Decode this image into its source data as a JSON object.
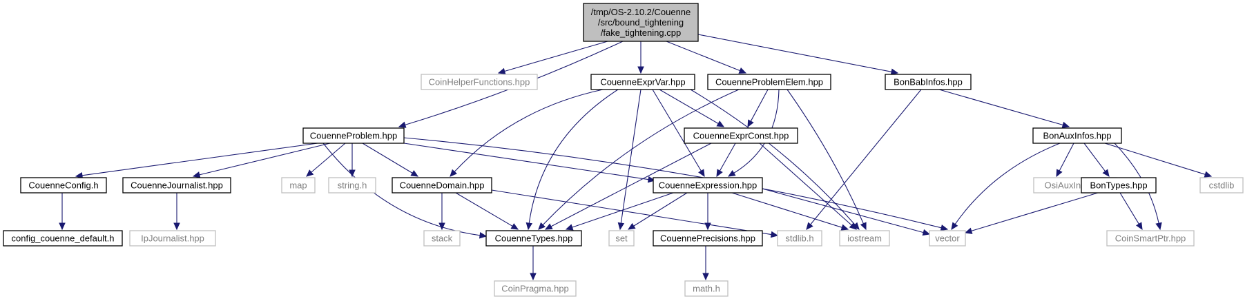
{
  "colors": {
    "edge": "#191970",
    "root_fill": "#bfbfbf",
    "local_border": "#000000",
    "external_border": "#bfbfbf",
    "external_text": "#7f7f7f",
    "text": "#000000"
  },
  "graph": {
    "root": {
      "id": "fake_tightening",
      "lines": [
        "/tmp/OS-2.10.2/Couenne",
        "/src/bound_tightening",
        "/fake_tightening.cpp"
      ]
    },
    "nodes": [
      {
        "id": "CoinHelperFunctions",
        "label": "CoinHelperFunctions.hpp",
        "kind": "external"
      },
      {
        "id": "CouenneExprVar",
        "label": "CouenneExprVar.hpp",
        "kind": "local"
      },
      {
        "id": "CouenneProblemElem",
        "label": "CouenneProblemElem.hpp",
        "kind": "local"
      },
      {
        "id": "BonBabInfos",
        "label": "BonBabInfos.hpp",
        "kind": "local"
      },
      {
        "id": "CouenneProblem",
        "label": "CouenneProblem.hpp",
        "kind": "local"
      },
      {
        "id": "CouenneExprConst",
        "label": "CouenneExprConst.hpp",
        "kind": "local"
      },
      {
        "id": "BonAuxInfos",
        "label": "BonAuxInfos.hpp",
        "kind": "local"
      },
      {
        "id": "CouenneConfig",
        "label": "CouenneConfig.h",
        "kind": "local"
      },
      {
        "id": "CouenneJournalist",
        "label": "CouenneJournalist.hpp",
        "kind": "local"
      },
      {
        "id": "map",
        "label": "map",
        "kind": "external"
      },
      {
        "id": "string_h",
        "label": "string.h",
        "kind": "external"
      },
      {
        "id": "CouenneDomain",
        "label": "CouenneDomain.hpp",
        "kind": "local"
      },
      {
        "id": "CouenneExpression",
        "label": "CouenneExpression.hpp",
        "kind": "local"
      },
      {
        "id": "OsiAuxInfo",
        "label": "OsiAuxInfo.hpp",
        "kind": "external"
      },
      {
        "id": "BonTypes",
        "label": "BonTypes.hpp",
        "kind": "local"
      },
      {
        "id": "cstdlib",
        "label": "cstdlib",
        "kind": "external"
      },
      {
        "id": "config_couenne_default",
        "label": "config_couenne_default.h",
        "kind": "local"
      },
      {
        "id": "IpJournalist",
        "label": "IpJournalist.hpp",
        "kind": "external"
      },
      {
        "id": "stack",
        "label": "stack",
        "kind": "external"
      },
      {
        "id": "CouenneTypes",
        "label": "CouenneTypes.hpp",
        "kind": "local"
      },
      {
        "id": "set",
        "label": "set",
        "kind": "external"
      },
      {
        "id": "CouennePrecisions",
        "label": "CouennePrecisions.hpp",
        "kind": "local"
      },
      {
        "id": "stdlib_h",
        "label": "stdlib.h",
        "kind": "external"
      },
      {
        "id": "iostream",
        "label": "iostream",
        "kind": "external"
      },
      {
        "id": "vector",
        "label": "vector",
        "kind": "external"
      },
      {
        "id": "CoinSmartPtr",
        "label": "CoinSmartPtr.hpp",
        "kind": "external"
      },
      {
        "id": "CoinPragma",
        "label": "CoinPragma.hpp",
        "kind": "external"
      },
      {
        "id": "math_h",
        "label": "math.h",
        "kind": "external"
      }
    ],
    "edges": [
      [
        "fake_tightening",
        "CoinHelperFunctions"
      ],
      [
        "fake_tightening",
        "CouenneExprVar"
      ],
      [
        "fake_tightening",
        "CouenneProblemElem"
      ],
      [
        "fake_tightening",
        "BonBabInfos"
      ],
      [
        "fake_tightening",
        "CouenneProblem"
      ],
      [
        "CouenneExprVar",
        "CouenneDomain"
      ],
      [
        "CouenneExprVar",
        "CouenneTypes"
      ],
      [
        "CouenneExprVar",
        "set"
      ],
      [
        "CouenneExprVar",
        "CouenneExpression"
      ],
      [
        "CouenneExprVar",
        "CouenneExprConst"
      ],
      [
        "CouenneExprVar",
        "iostream"
      ],
      [
        "CouenneProblemElem",
        "CouenneTypes"
      ],
      [
        "CouenneProblemElem",
        "CouenneExprConst"
      ],
      [
        "CouenneProblemElem",
        "CouenneExpression"
      ],
      [
        "CouenneProblemElem",
        "iostream"
      ],
      [
        "BonBabInfos",
        "stdlib_h"
      ],
      [
        "BonBabInfos",
        "BonAuxInfos"
      ],
      [
        "CouenneProblem",
        "CouenneConfig"
      ],
      [
        "CouenneProblem",
        "CouenneJournalist"
      ],
      [
        "CouenneProblem",
        "map"
      ],
      [
        "CouenneProblem",
        "string_h"
      ],
      [
        "CouenneProblem",
        "CouenneDomain"
      ],
      [
        "CouenneProblem",
        "CouenneExpression"
      ],
      [
        "CouenneProblem",
        "CouenneTypes"
      ],
      [
        "CouenneProblem",
        "vector"
      ],
      [
        "CouenneExprConst",
        "CouenneTypes"
      ],
      [
        "CouenneExprConst",
        "CouenneExpression"
      ],
      [
        "CouenneExprConst",
        "iostream"
      ],
      [
        "BonAuxInfos",
        "vector"
      ],
      [
        "BonAuxInfos",
        "OsiAuxInfo"
      ],
      [
        "BonAuxInfos",
        "BonTypes"
      ],
      [
        "BonAuxInfos",
        "cstdlib"
      ],
      [
        "BonAuxInfos",
        "CoinSmartPtr"
      ],
      [
        "CouenneConfig",
        "config_couenne_default"
      ],
      [
        "CouenneJournalist",
        "IpJournalist"
      ],
      [
        "CouenneDomain",
        "stack"
      ],
      [
        "CouenneDomain",
        "CouenneTypes"
      ],
      [
        "CouenneDomain",
        "stdlib_h"
      ],
      [
        "CouenneExpression",
        "CouenneTypes"
      ],
      [
        "CouenneExpression",
        "set"
      ],
      [
        "CouenneExpression",
        "CouennePrecisions"
      ],
      [
        "CouenneExpression",
        "iostream"
      ],
      [
        "CouenneExpression",
        "vector"
      ],
      [
        "BonTypes",
        "vector"
      ],
      [
        "BonTypes",
        "CoinSmartPtr"
      ],
      [
        "CouenneTypes",
        "CoinPragma"
      ],
      [
        "CouennePrecisions",
        "math_h"
      ]
    ]
  }
}
